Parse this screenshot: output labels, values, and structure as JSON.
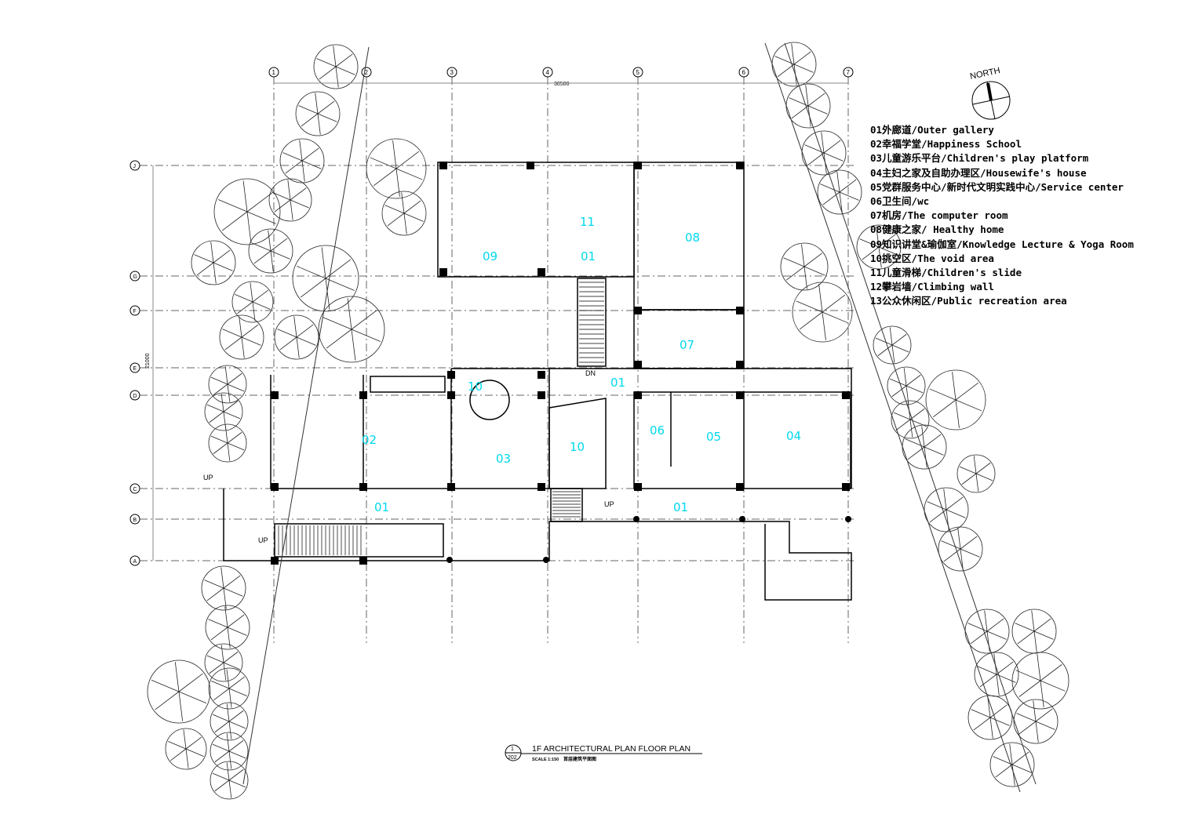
{
  "north_label": "NORTH",
  "legend": [
    "01外廊道/Outer gallery",
    "02幸福学堂/Happiness School",
    "03儿童游乐平台/Children's play platform",
    "04主妇之家及自助办理区/Housewife's house",
    "05党群服务中心/新时代文明实践中心/Service center",
    "06卫生间/wc",
    "07机房/The computer room",
    "08健康之家/ Healthy home",
    "09知识讲堂&瑜伽室/Knowledge Lecture & Yoga Room",
    "10挑空区/The void area",
    "11儿童滑梯/Children's slide",
    "12攀岩墙/Climbing wall",
    "13公众休闲区/Public recreation area"
  ],
  "grid_columns": [
    "1",
    "2",
    "3",
    "4",
    "5",
    "6",
    "7"
  ],
  "grid_rows": [
    "J",
    "G",
    "F",
    "E",
    "D",
    "C",
    "B",
    "A"
  ],
  "dimensions": {
    "horizontal": "30500",
    "vertical": "21000"
  },
  "room_labels": [
    "09",
    "11",
    "01",
    "08",
    "07",
    "01",
    "10",
    "02",
    "03",
    "10",
    "06",
    "05",
    "04",
    "01",
    "01"
  ],
  "stair_labels": {
    "dn": "DN",
    "up1": "UP",
    "up2": "UP",
    "up3": "UP"
  },
  "title": {
    "main": "1F ARCHITECTURAL PLAN  FLOOR PLAN",
    "scale": "SCALE 1:150",
    "sub": "首层建筑平面图",
    "ref_top": "1",
    "ref_bottom": "202"
  },
  "colors": {
    "room_label": "#00d8ec",
    "line": "#000000",
    "grid": "#555555"
  }
}
